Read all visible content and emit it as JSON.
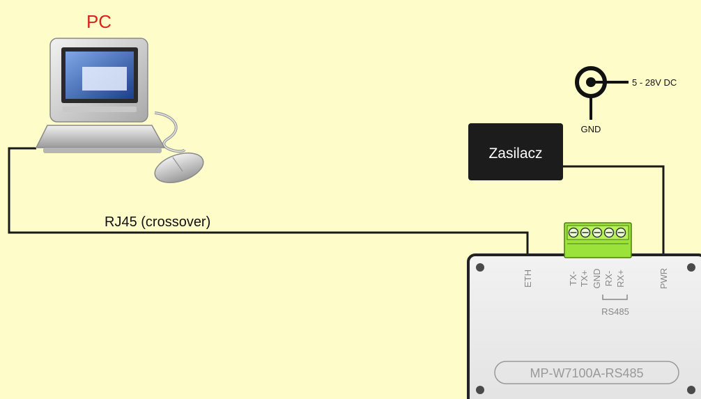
{
  "pc": {
    "label": "PC"
  },
  "cable": {
    "label": "RJ45 (crossover)"
  },
  "power_jack": {
    "voltage_label": "5 - 28V DC",
    "ground_label": "GND"
  },
  "power_supply": {
    "label": "Zasilacz"
  },
  "device": {
    "model_label": "MP-W7100A-RS485",
    "port_eth": "ETH",
    "port_pwr": "PWR",
    "terminal_labels": [
      "TX-",
      "TX+",
      "GND",
      "RX-",
      "RX+"
    ],
    "rs485_label": "RS485"
  },
  "colors": {
    "background": "#fefcc8",
    "pc_label": "#e0201a",
    "terminal_green": "#9be23a",
    "supply_box": "#1c1c1c",
    "device_body": "#ececec"
  }
}
